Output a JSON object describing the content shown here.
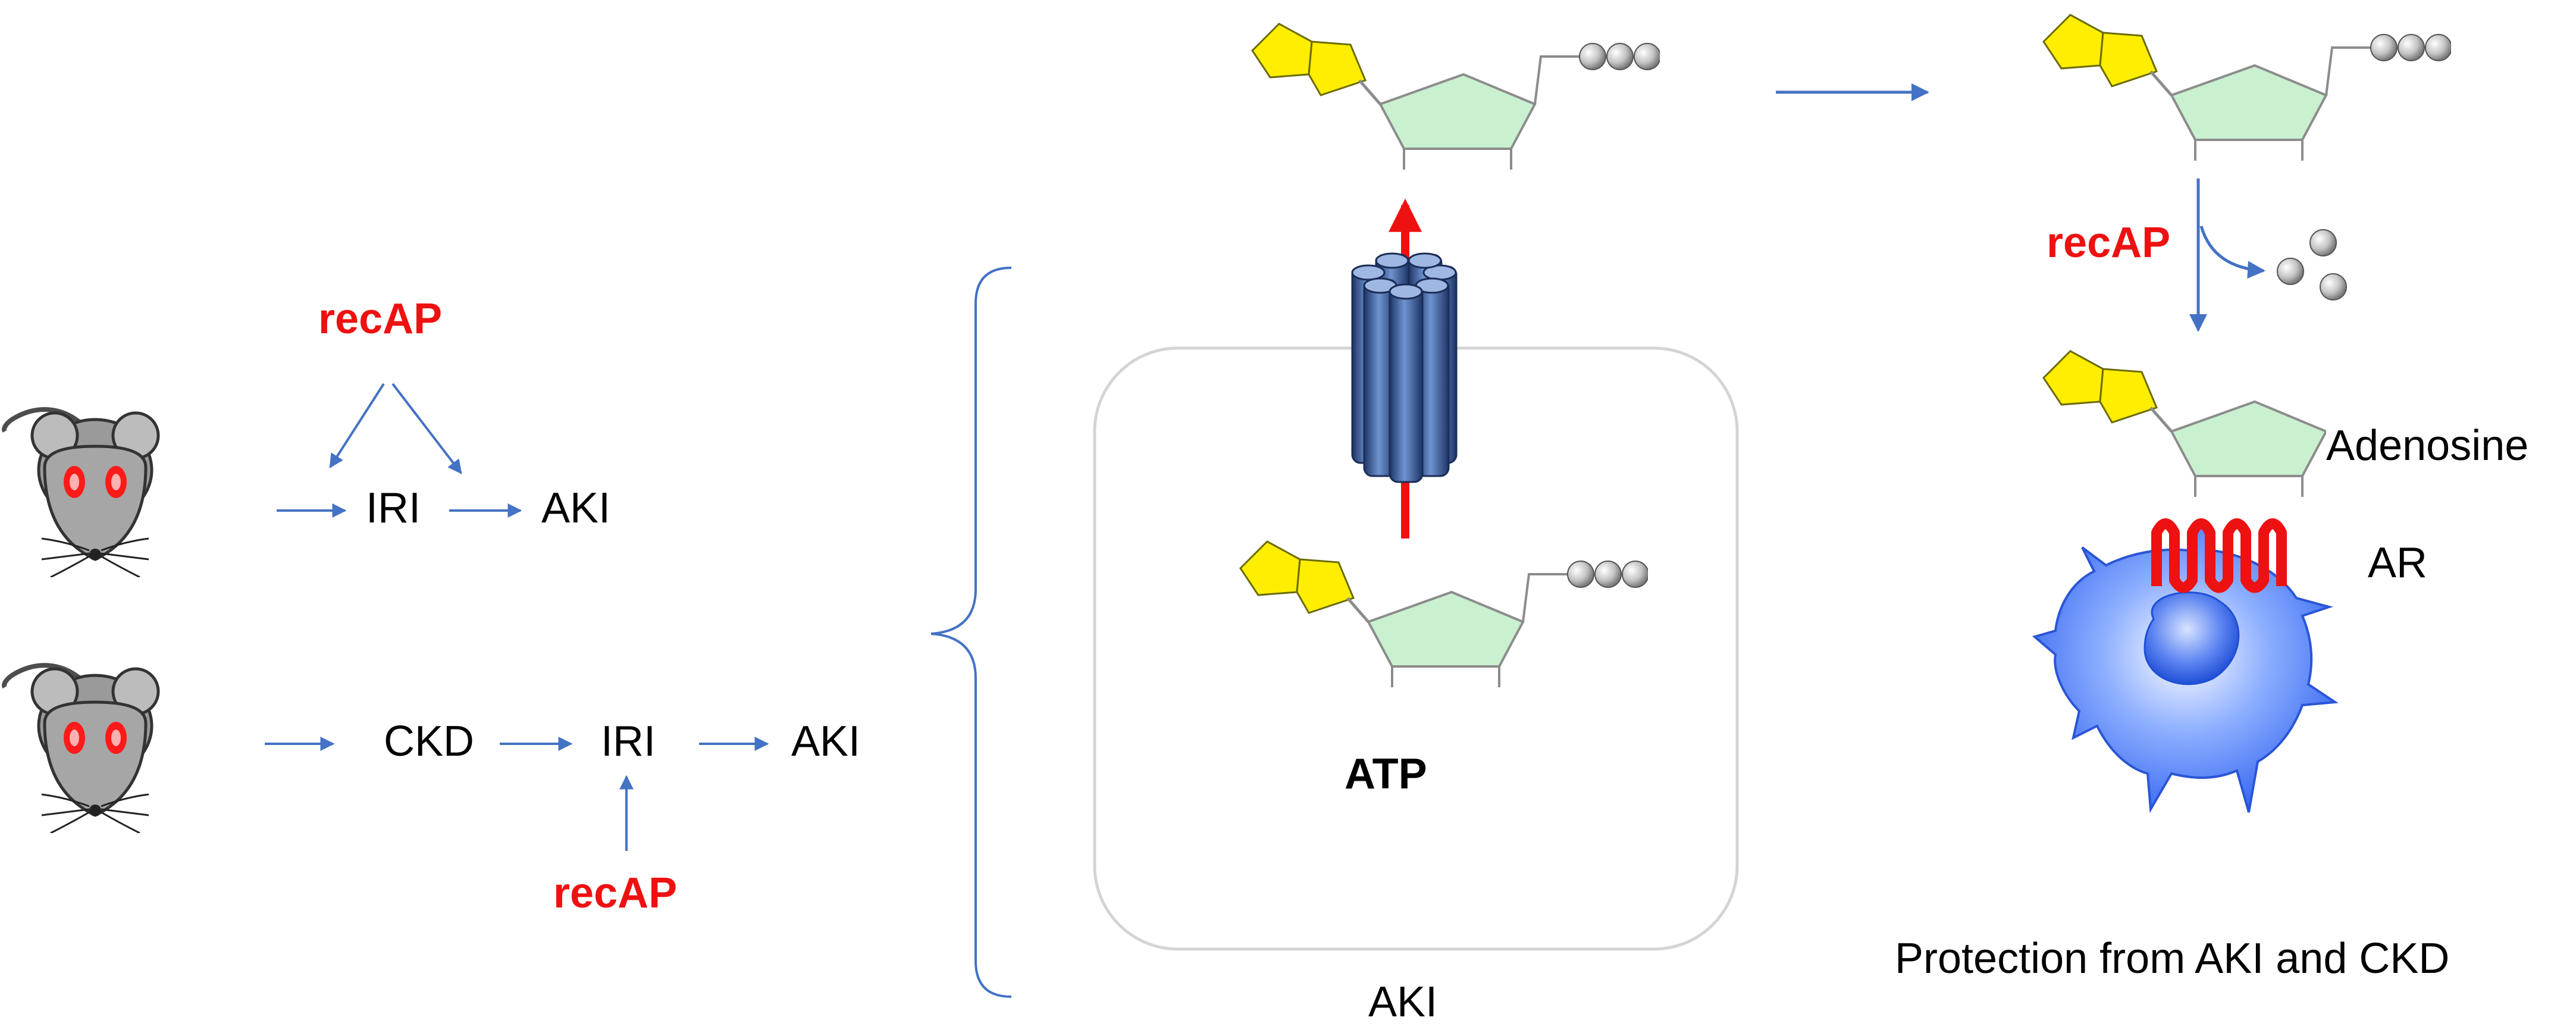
{
  "labels": {
    "recap_top": "recAP",
    "recap_bottom": "recAP",
    "recap_right": "recAP",
    "iri_top": "IRI",
    "aki_top": "AKI",
    "ckd": "CKD",
    "iri_bottom": "IRI",
    "aki_bottom": "AKI",
    "atp": "ATP",
    "aki_cell": "AKI",
    "adenosine": "Adenosine",
    "ar": "AR",
    "protection": "Protection from AKI and CKD"
  },
  "colors": {
    "arrow_blue": "#4472c4",
    "recap_red": "#ee1111",
    "adenine_yellow": "#ffee00",
    "ribose_green": "#c9f0cf",
    "phosphate_grey": "#b8b8b8",
    "channel_blue": "#3a5a94",
    "cell_blue": "#3a6cf0",
    "mouse_grey": "#9a9a9a"
  },
  "icons": [
    "mouse-icon",
    "atp-molecule-icon",
    "channel-icon",
    "immune-cell-icon",
    "adenosine-receptor-icon"
  ]
}
